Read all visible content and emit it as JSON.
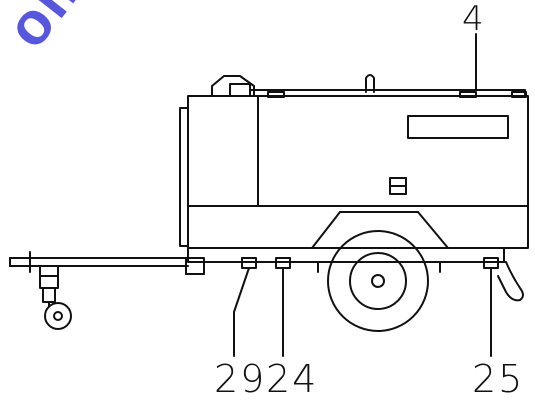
{
  "watermark": {
    "text": "om"
  },
  "callouts": [
    {
      "id": "4",
      "label": "4"
    },
    {
      "id": "29",
      "label": "29"
    },
    {
      "id": "24",
      "label": "24"
    },
    {
      "id": "25",
      "label": "25"
    }
  ],
  "colors": {
    "line": "#111111",
    "watermark": "#3a3ad8"
  }
}
